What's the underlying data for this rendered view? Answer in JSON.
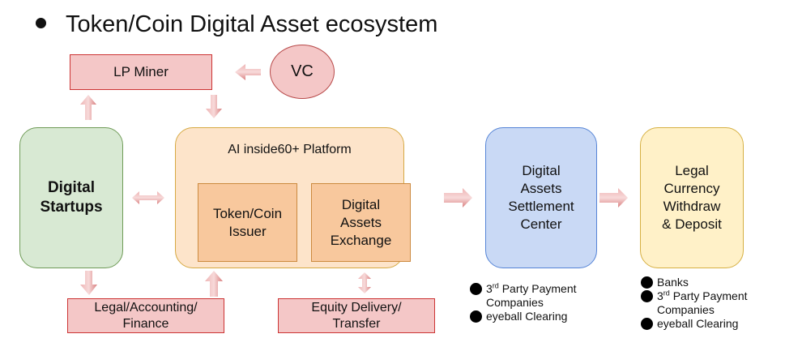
{
  "title": "Token/Coin Digital Asset ecosystem",
  "nodes": {
    "lp_miner": "LP Miner",
    "vc": "VC",
    "digital_startups": [
      "Digital",
      "Startups"
    ],
    "platform": {
      "title": "AI inside60+ Platform",
      "issuer": [
        "Token/Coin",
        "Issuer"
      ],
      "exchange": [
        "Digital",
        "Assets",
        "Exchange"
      ]
    },
    "settlement_center": [
      "Digital",
      "Assets",
      "Settlement",
      "Center"
    ],
    "legal_currency": [
      "Legal",
      "Currency",
      "Withdraw",
      "& Deposit"
    ],
    "legal_accounting": [
      "Legal/Accounting/",
      "Finance"
    ],
    "equity_delivery": [
      "Equity Delivery/",
      "Transfer"
    ]
  },
  "settlement_bullets": [
    {
      "ord": "3",
      "sup": "rd",
      "line1": " Party Payment",
      "line2": "Companies"
    },
    {
      "text": "eyeball Clearing"
    }
  ],
  "currency_bullets": [
    {
      "text": "Banks"
    },
    {
      "ord": "3",
      "sup": "rd",
      "line1": " Party Payment",
      "line2": "Companies"
    },
    {
      "text": "eyeball Clearing"
    }
  ],
  "colors": {
    "pink_fill": "#f4c7c7",
    "pink_border": "#cc3333",
    "green_fill": "#d8e9d3",
    "orange_fill": "#fde4ca",
    "inner_fill": "#f8c89d",
    "blue_fill": "#c9d9f5",
    "yellow_fill": "#fff1c8",
    "arrow": "#e8a0a0"
  }
}
